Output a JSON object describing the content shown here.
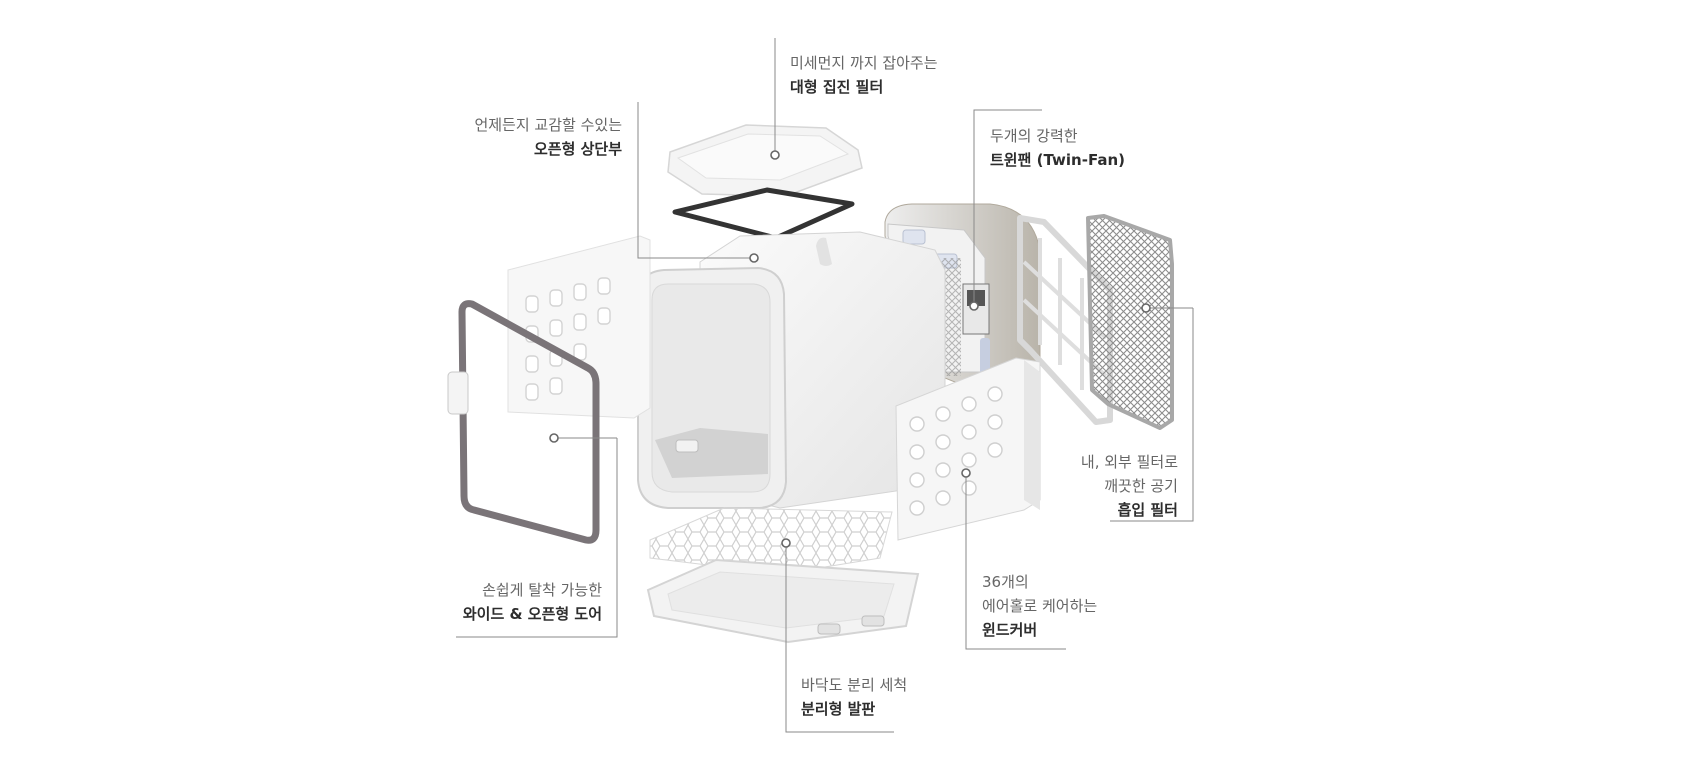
{
  "diagram": {
    "callouts": [
      {
        "id": "filter",
        "sub": "미세먼지 까지 잡아주는",
        "main": "대형 집진 필터"
      },
      {
        "id": "top",
        "sub": "언제든지 교감할 수있는",
        "main": "오픈형 상단부"
      },
      {
        "id": "fan",
        "sub": "두개의 강력한",
        "main": "트윈팬 (Twin-Fan)"
      },
      {
        "id": "intake",
        "sub1": "내, 외부 필터로",
        "sub2": "깨끗한 공기",
        "main": "흡입 필터"
      },
      {
        "id": "door",
        "sub": "손쉽게 탈착 가능한",
        "main": "와이드 & 오픈형 도어"
      },
      {
        "id": "wind",
        "sub1": "36개의",
        "sub2": "에어홀로 케어하는",
        "main": "윈드커버"
      },
      {
        "id": "floor",
        "sub": "바닥도 분리 세척",
        "main": "분리형 발판"
      }
    ]
  },
  "colors": {
    "line": "#8a8a8a",
    "body": "#f3f3f3",
    "frame": "#7a7478",
    "filter_border": "#333333",
    "text_bold": "#2d2d2d"
  }
}
